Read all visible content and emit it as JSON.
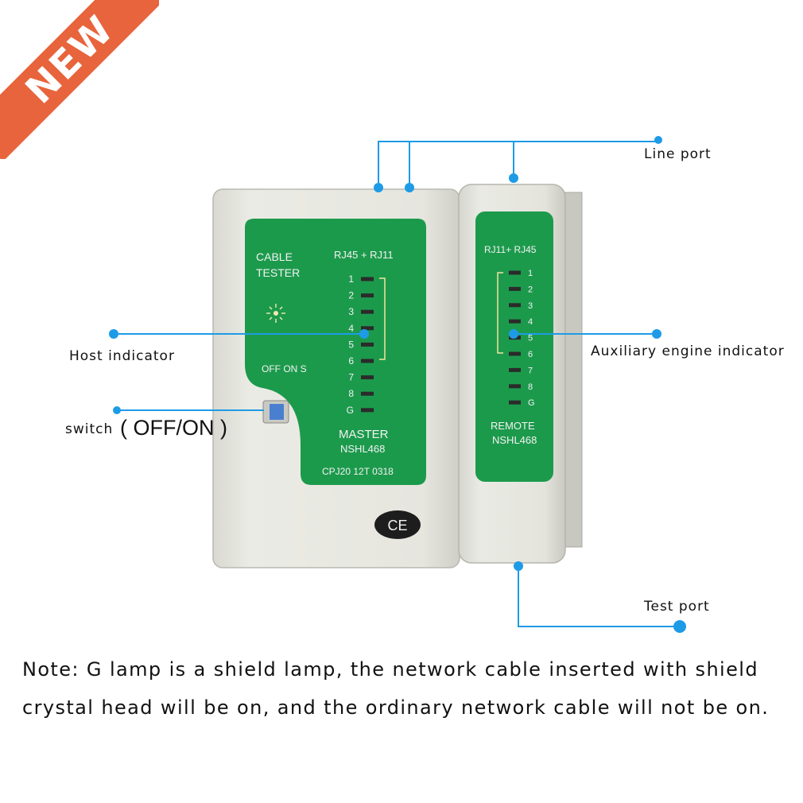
{
  "badge": {
    "text": "NEW",
    "color": "#e8643c"
  },
  "callouts": {
    "line_port": "Line port",
    "host_indicator": "Host indicator",
    "auxiliary_indicator": "Auxiliary engine indicator",
    "switch_label": "switch",
    "switch_state": "( OFF/ON )",
    "test_port": "Test port"
  },
  "master": {
    "title_line1": "CABLE",
    "title_line2": "TESTER",
    "connector_label": "RJ45 + RJ11",
    "switch_text": "OFF ON S",
    "leds": [
      "1",
      "2",
      "3",
      "4",
      "5",
      "6",
      "7",
      "8",
      "G"
    ],
    "name": "MASTER",
    "model": "NSHL468",
    "code": "CPJ20 12T 0318",
    "mark": "CE"
  },
  "remote": {
    "connector_label": "RJ11+ RJ45",
    "leds": [
      "1",
      "2",
      "3",
      "4",
      "5",
      "6",
      "7",
      "8",
      "G"
    ],
    "name": "REMOTE",
    "model": "NSHL468"
  },
  "note": {
    "line1": "Note: G lamp is a shield lamp, the network cable inserted with shield",
    "line2": "crystal head will be on, and the ordinary network cable will not be on."
  },
  "colors": {
    "callout": "#1e9be6",
    "panel_green": "#1c9a4c",
    "body_grey": "#e3e3dc"
  }
}
